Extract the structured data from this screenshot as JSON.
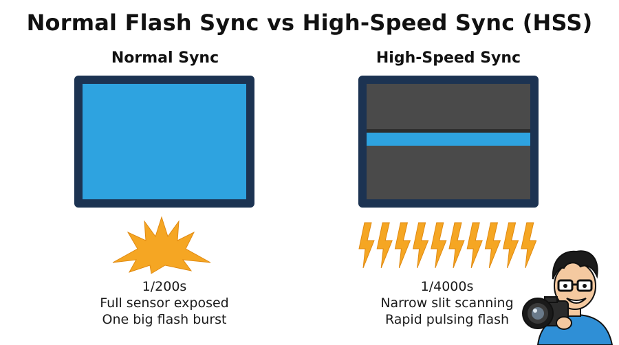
{
  "title": "Normal Flash Sync vs High-Speed Sync (HSS)",
  "normal": {
    "heading": "Normal Sync",
    "shutter_speed": "1/200s",
    "line1": "Full sensor exposed",
    "line2": "One big flash burst"
  },
  "hss": {
    "heading": "High-Speed Sync",
    "shutter_speed": "1/4000s",
    "line1": "Narrow slit scanning",
    "line2": "Rapid pulsing flash",
    "pulse_count": 10
  },
  "colors": {
    "sensor_blue": "#2ea3e0",
    "frame_navy": "#1c3352",
    "curtain_gray": "#4a4a4a",
    "flash_orange": "#f5a623"
  },
  "icons": {
    "single_burst": "starburst-icon",
    "pulses": "lightning-bolt-icon",
    "mascot": "photographer-illustration"
  }
}
